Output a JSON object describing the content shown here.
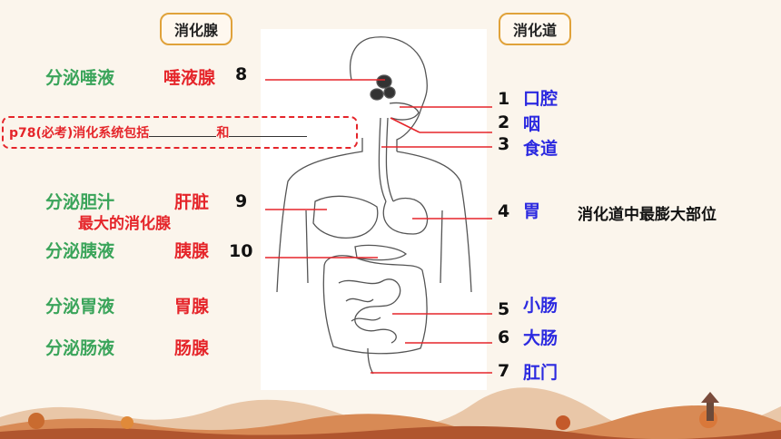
{
  "headers": {
    "gland": "消化腺",
    "tract": "消化道"
  },
  "note": {
    "prefix": "p78(必考)消化系统包括",
    "middle": "和"
  },
  "glands": [
    {
      "func": "分泌唾液",
      "organ": "唾液腺",
      "num": "8"
    },
    {
      "func": "分泌胆汁",
      "organ": "肝脏",
      "num": "9",
      "extra": "最大的消化腺"
    },
    {
      "func": "分泌胰液",
      "organ": "胰腺",
      "num": "10"
    },
    {
      "func": "分泌胃液",
      "organ": "胃腺"
    },
    {
      "func": "分泌肠液",
      "organ": "肠腺"
    }
  ],
  "tract": [
    {
      "num": "1",
      "name": "口腔"
    },
    {
      "num": "2",
      "name": "咽"
    },
    {
      "num": "3",
      "name": "食道"
    },
    {
      "num": "4",
      "name": "胃",
      "note": "消化道中最膨大部位"
    },
    {
      "num": "5",
      "name": "小肠"
    },
    {
      "num": "6",
      "name": "大肠"
    },
    {
      "num": "7",
      "name": "肛门"
    }
  ]
}
